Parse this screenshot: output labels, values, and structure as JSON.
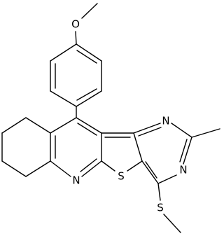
{
  "atom_labels": {
    "methoxy_oxygen": "O",
    "pyrimidine_nitrogen_upper": "N",
    "pyrimidine_nitrogen_lower": "N",
    "pyridine_nitrogen": "N",
    "thiophene_sulfur": "S",
    "methylthio_sulfur": "S"
  },
  "colors": {
    "bond": "#000000",
    "label": "#000000",
    "background": "#ffffff"
  }
}
